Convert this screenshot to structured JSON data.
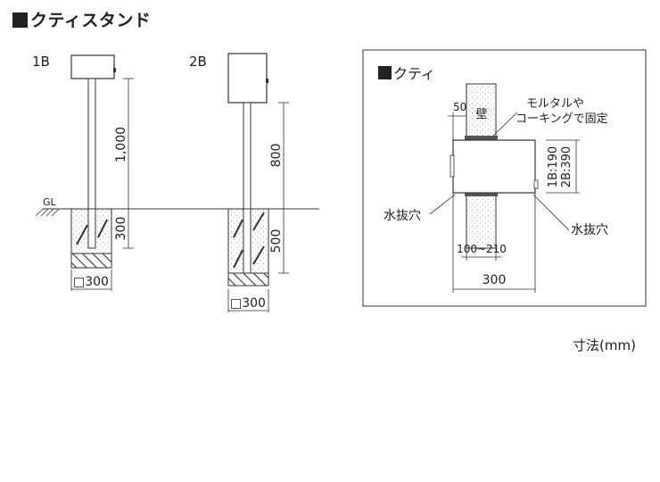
{
  "page_title": "クティスタンド",
  "stand_1b": {
    "label": "1B",
    "height_above_gl": "1,000",
    "depth_below_gl": "300",
    "foundation_width": "□300",
    "gl_label": "GL"
  },
  "stand_2b": {
    "label": "2B",
    "height_above_gl": "800",
    "depth_below_gl": "500",
    "foundation_width": "□300"
  },
  "detail": {
    "title": "クティ",
    "wall_label": "壁",
    "offset_dim": "50",
    "mortar_note_line1": "モルタルや",
    "mortar_note_line2": "コーキングで固定",
    "height_1b": "1B:190",
    "height_2b": "2B:390",
    "drain_hole_left": "水抜穴",
    "drain_hole_right": "水抜穴",
    "wall_thickness_dim": "100~210",
    "width_dim": "300"
  },
  "units_note": "寸法(mm)"
}
